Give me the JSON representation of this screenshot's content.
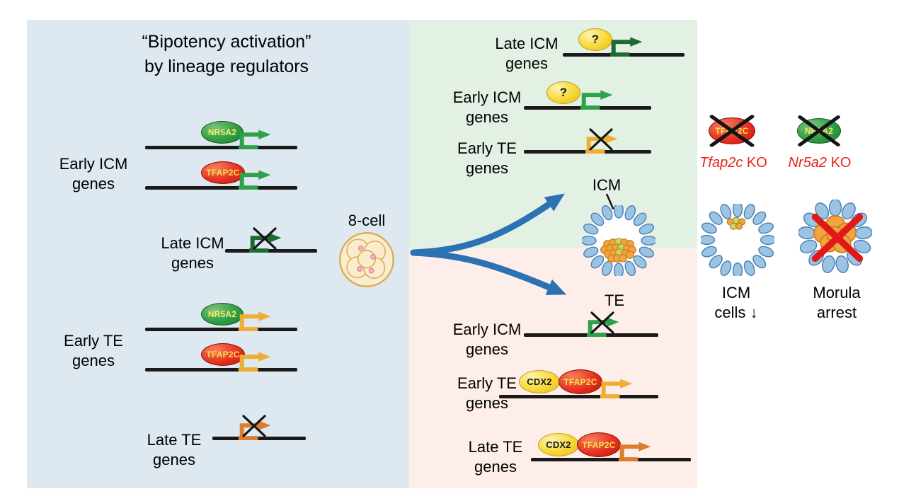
{
  "colors": {
    "left_panel_bg": "#dde8f0",
    "icm_panel_bg": "#e3f1e4",
    "te_panel_bg": "#fdeeea",
    "dna": "#1a1a1a",
    "early_icm_promoter": "#2fa14b",
    "late_icm_promoter": "#1b6b2f",
    "early_te_promoter": "#f0ad33",
    "late_te_promoter": "#d97e2c",
    "nr5a2_green": "#2f9e44",
    "tfap2c_red": "#e53222",
    "cdx2_yellow": "#f6d835",
    "branch_arrow_blue": "#2a72b2",
    "ko_text_red": "#e8231a",
    "cross_black": "#141414",
    "cross_red": "#e01818",
    "te_cell_blue": "#9ac4e2",
    "icm_cell_orange": "#f2a43e"
  },
  "left_panel": {
    "title_line1": "“Bipotency activation”",
    "title_line2": "by lineage regulators",
    "groups": {
      "early_icm": {
        "line1": "Early ICM",
        "line2": "genes"
      },
      "late_icm": {
        "line1": "Late ICM",
        "line2": "genes"
      },
      "early_te": {
        "line1": "Early TE",
        "line2": "genes"
      },
      "late_te": {
        "line1": "Late TE",
        "line2": "genes"
      }
    },
    "tf": {
      "nr5a2": "NR5A2",
      "tfap2c": "TFAP2C"
    }
  },
  "center": {
    "eight_cell_label": "8-cell"
  },
  "icm_branch": {
    "late_icm": {
      "line1": "Late ICM",
      "line2": "genes"
    },
    "early_icm": {
      "line1": "Early ICM",
      "line2": "genes"
    },
    "early_te": {
      "line1": "Early TE",
      "line2": "genes"
    },
    "unknown_tf": "?",
    "icm_label": "ICM"
  },
  "te_branch": {
    "te_label": "TE",
    "early_icm": {
      "line1": "Early ICM",
      "line2": "genes"
    },
    "early_te": {
      "line1": "Early TE",
      "line2": "genes"
    },
    "late_te": {
      "line1": "Late TE",
      "line2": "genes"
    },
    "tf": {
      "cdx2": "CDX2",
      "tfap2c": "TFAP2C"
    }
  },
  "knockout_panel": {
    "tfap2c_oval": "TFAP2C",
    "tfap2c_ko": {
      "gene": "Tfap2c",
      "suffix": " KO"
    },
    "nr5a2_oval": "NR5A2",
    "nr5a2_ko": {
      "gene": "Nr5a2",
      "suffix": " KO"
    },
    "icm_phenotype": {
      "line1": "ICM",
      "line2": "cells",
      "arrow": "↓"
    },
    "morula_phenotype": {
      "line1": "Morula",
      "line2": "arrest"
    }
  }
}
